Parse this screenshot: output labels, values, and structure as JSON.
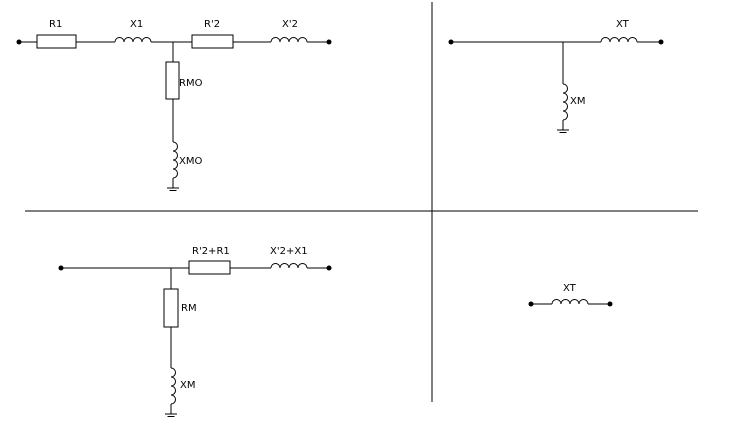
{
  "colors": {
    "stroke": "#000000",
    "background": "#ffffff"
  },
  "quadrant_tl": {
    "r1": "R1",
    "x1": "X1",
    "r2": "R'2",
    "x2": "X'2",
    "rmo": "RMO",
    "xmo": "XMO"
  },
  "quadrant_tr": {
    "xt": "XT",
    "xm": "XM"
  },
  "quadrant_bl": {
    "r_series": "R'2+R1",
    "x_series": "X'2+X1",
    "rm": "RM",
    "xm": "XM"
  },
  "quadrant_br": {
    "xt": "XT"
  }
}
